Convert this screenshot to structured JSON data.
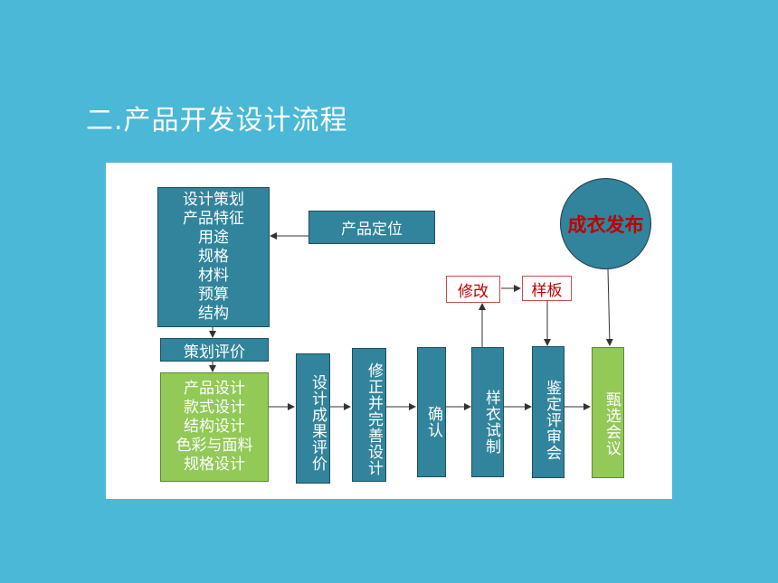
{
  "title": "二.产品开发设计流程",
  "boxes": {
    "planning": [
      "设计策划",
      "产品特征",
      "用途",
      "规格",
      "材料",
      "预算",
      "结构"
    ],
    "positioning": "产品定位",
    "plan_review": "策划评价",
    "design": [
      "产品设计",
      "款式设计",
      "结构设计",
      "色彩与面料",
      "规格设计"
    ],
    "result_review": "设计成果评价",
    "revise": "修正并完善设计",
    "confirm": "确认",
    "sample": "样衣试制",
    "appraisal": "鉴定评审会",
    "selection": "甄选会议",
    "modify": "修改",
    "pattern": "样板",
    "release": "成衣发布"
  },
  "colors": {
    "background": "#4ab8d6",
    "teal_box": "#31849b",
    "green_box": "#92c957",
    "red_text": "#c00000"
  }
}
